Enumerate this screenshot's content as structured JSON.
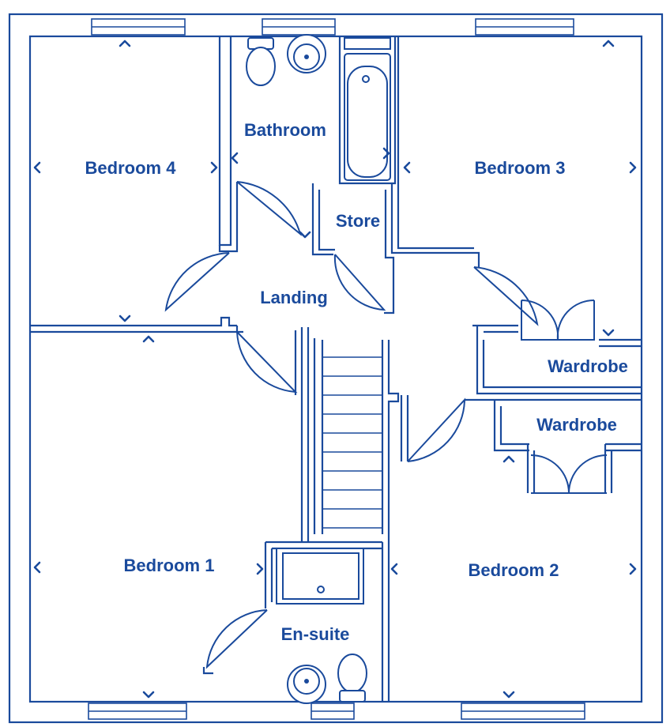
{
  "colors": {
    "line": "#1a4a9c",
    "room_fill": "#e7edf4",
    "background": "#ffffff"
  },
  "rooms": {
    "bedroom_4": "Bedroom 4",
    "bathroom": "Bathroom",
    "bedroom_3": "Bedroom 3",
    "store": "Store",
    "landing": "Landing",
    "wardrobe_upper": "Wardrobe",
    "wardrobe_lower": "Wardrobe",
    "bedroom_1": "Bedroom 1",
    "en_suite": "En-suite",
    "bedroom_2": "Bedroom 2"
  }
}
